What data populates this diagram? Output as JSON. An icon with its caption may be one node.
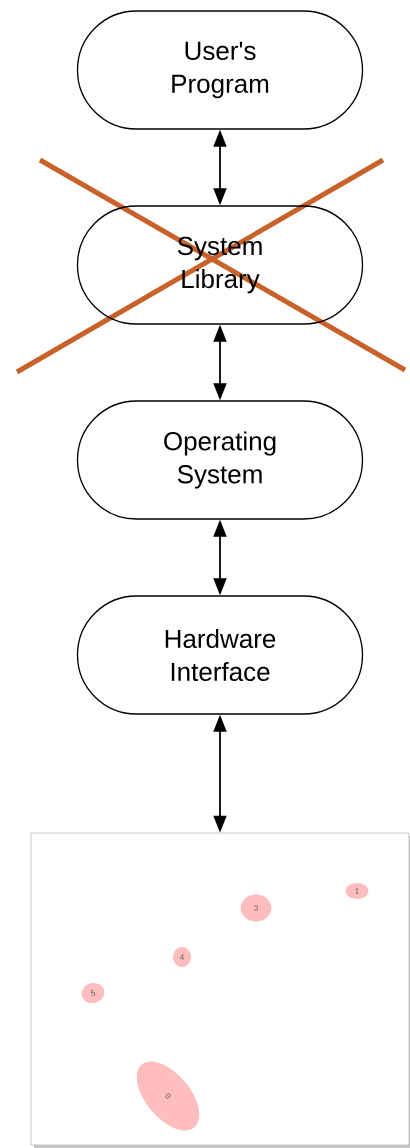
{
  "diagram": {
    "nodes": [
      {
        "text": [
          "User's Program"
        ]
      },
      {
        "text": [
          "System Library"
        ]
      },
      {
        "text": [
          "Operating System"
        ]
      },
      {
        "text": [
          "Hardware Interface"
        ]
      },
      {
        "text": [],
        "shape": "box"
      },
      {
        "text": [
          "1"
        ],
        "in": 4
      },
      {
        "text": [
          "3"
        ],
        "in": 4
      },
      {
        "text": [
          "4"
        ],
        "in": 4
      },
      {
        "text": [
          "5"
        ],
        "in": 4
      },
      {
        "text": [
          "0"
        ],
        "in": 4
      }
    ],
    "edges": [
      {
        "from": 0,
        "to": 1,
        "arrow": "both"
      },
      {
        "from": 1,
        "to": 2,
        "arrow": "both"
      },
      {
        "from": 2,
        "to": 3,
        "arrow": "both"
      },
      {
        "from": 3,
        "to": 4,
        "arrow": "both"
      }
    ]
  }
}
